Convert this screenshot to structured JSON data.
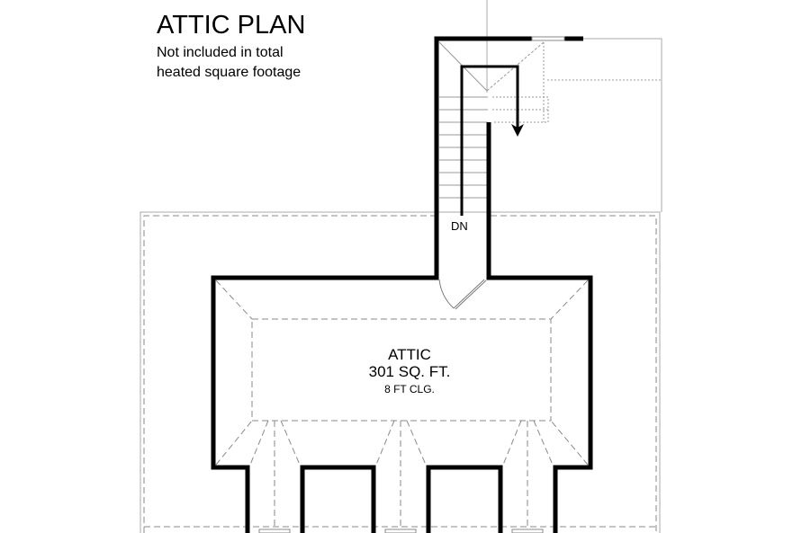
{
  "plan": {
    "title": "ATTIC PLAN",
    "note_line1": "Not included in total",
    "note_line2": "heated square footage"
  },
  "room": {
    "name": "ATTIC",
    "area": "301 SQ. FT.",
    "ceiling": "8 FT CLG."
  },
  "stair": {
    "label": "DN"
  },
  "colors": {
    "wall": "#000000",
    "outline": "#999999",
    "dashed": "#8a8a8a"
  }
}
